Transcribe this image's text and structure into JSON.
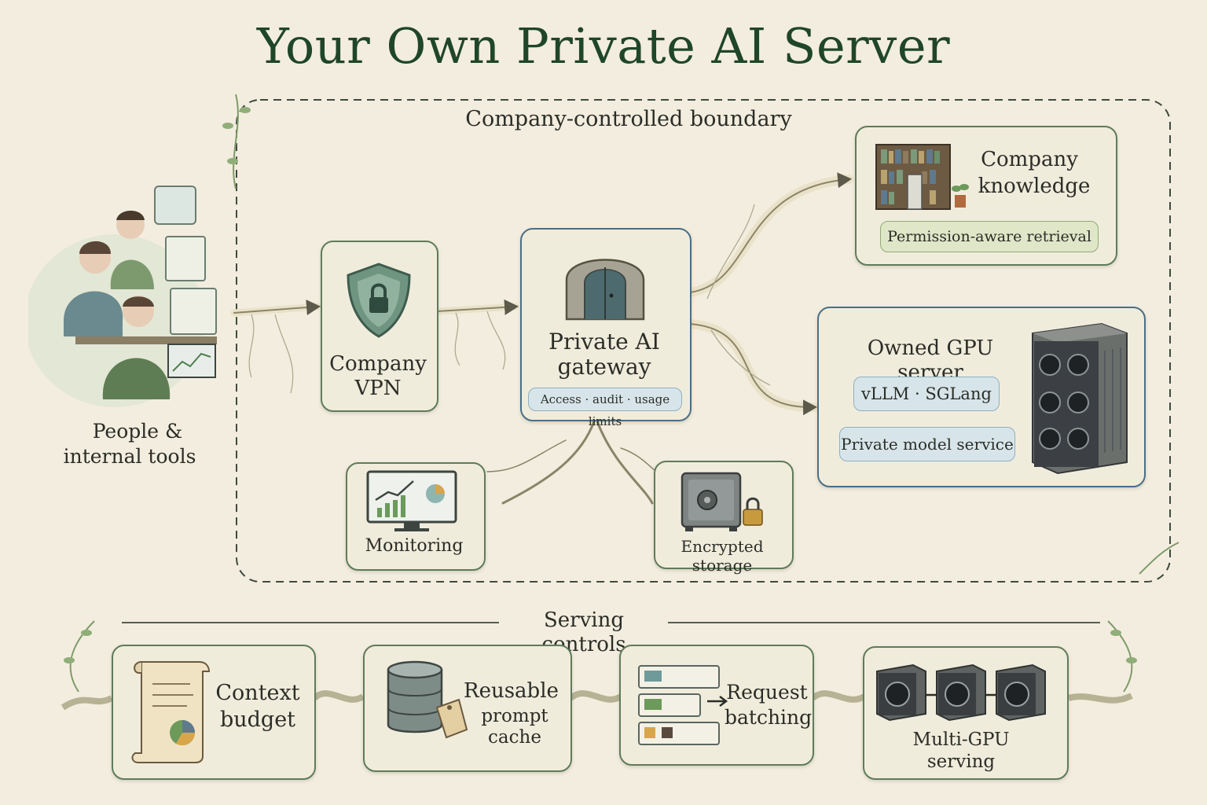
{
  "title": "Your Own Private AI Server",
  "boundary": {
    "label": "Company-controlled boundary"
  },
  "people": {
    "label_line1": "People &",
    "label_line2": "internal tools"
  },
  "vpn": {
    "label_line1": "Company",
    "label_line2": "VPN"
  },
  "gateway": {
    "label_line1": "Private AI",
    "label_line2": "gateway",
    "tag": "Access · audit · usage limits"
  },
  "knowledge": {
    "label_line1": "Company",
    "label_line2": "knowledge",
    "tag": "Permission-aware retrieval"
  },
  "gpu": {
    "label": "Owned GPU server",
    "tag1": "vLLM · SGLang",
    "tag2": "Private model service"
  },
  "monitoring": {
    "label": "Monitoring"
  },
  "storage": {
    "label": "Encrypted storage"
  },
  "serving": {
    "header": "Serving controls",
    "context": {
      "line1": "Context",
      "line2": "budget"
    },
    "cache": {
      "line1": "Reusable",
      "line2": "prompt cache"
    },
    "batching": {
      "line1": "Request",
      "line2": "batching"
    },
    "multigpu": {
      "line1": "Multi-GPU",
      "line2": "serving"
    }
  },
  "colors": {
    "title": "#1f4628",
    "card_border_green": "#5f7b5a",
    "card_border_blue": "#4a6f86",
    "background": "#f3eddf"
  },
  "icons": [
    "shield-lock-icon",
    "stone-arch-door-icon",
    "bookshelf-icon",
    "gpu-server-icon",
    "monitor-chart-icon",
    "safe-lock-icon",
    "scroll-pie-icon",
    "database-tag-icon",
    "queue-list-icon",
    "gpu-units-icon",
    "chat-bubble-icon",
    "document-icon",
    "chart-icon",
    "laptop-icon"
  ]
}
